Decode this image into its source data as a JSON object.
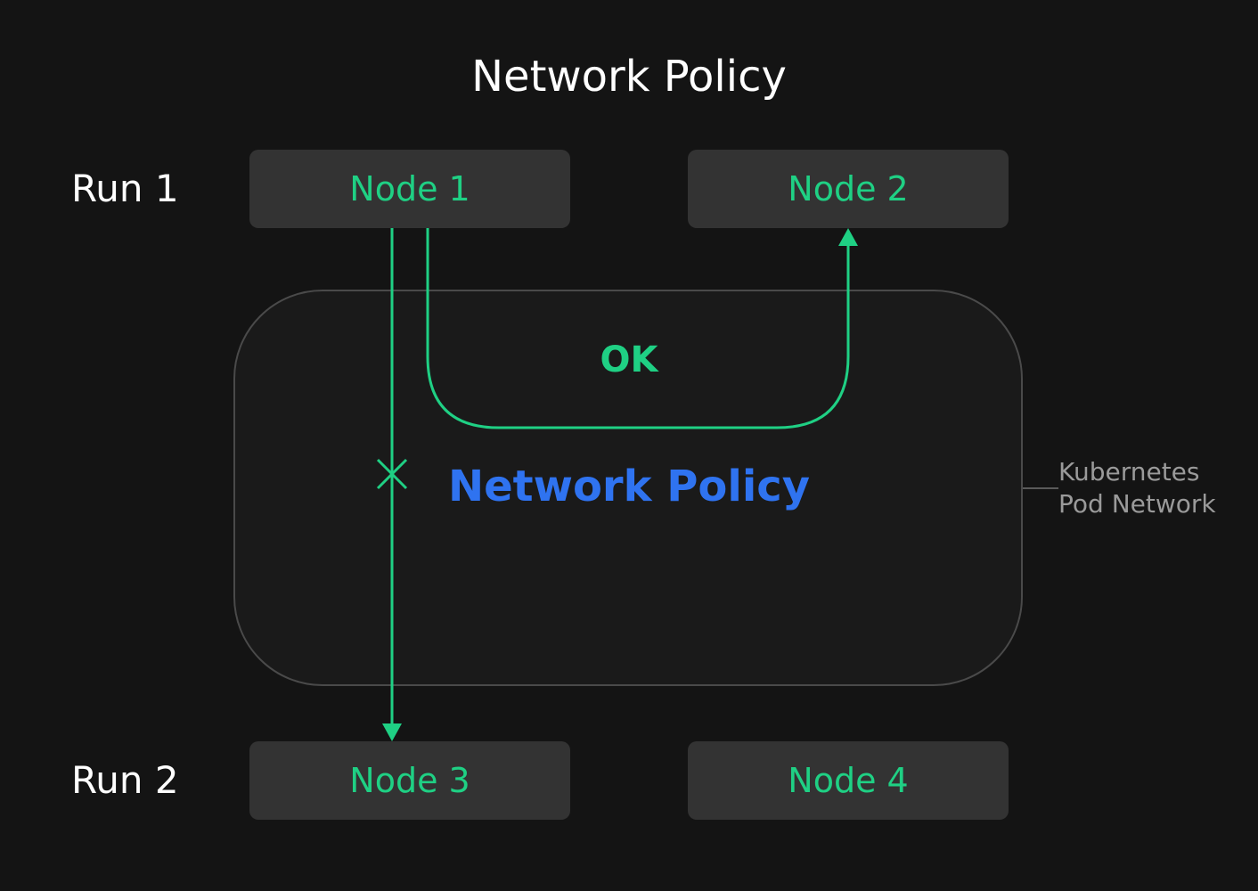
{
  "title": "Network Policy",
  "runs": [
    {
      "label": "Run 1"
    },
    {
      "label": "Run 2"
    }
  ],
  "nodes": [
    {
      "label": "Node 1"
    },
    {
      "label": "Node 2"
    },
    {
      "label": "Node 3"
    },
    {
      "label": "Node 4"
    }
  ],
  "network": {
    "policy_label": "Network Policy",
    "ok_label": "OK",
    "pod_network_label_line1": "Kubernetes",
    "pod_network_label_line2": "Pod Network"
  },
  "colors": {
    "background": "#141414",
    "node_fill": "#333333",
    "accent_green": "#1fd084",
    "policy_blue": "#2f73f0",
    "box_border": "#4a4a4a",
    "muted_text": "#9a9a9a"
  },
  "icons": {
    "blocked": "cross-mark-icon",
    "arrow": "arrowhead-icon"
  }
}
